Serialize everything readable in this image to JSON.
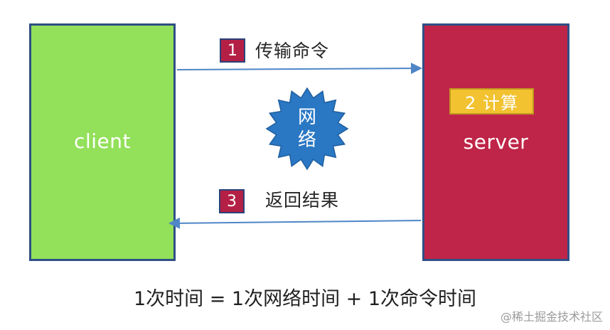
{
  "client": {
    "label": "client"
  },
  "server": {
    "label": "server",
    "compute_badge": "2 计算"
  },
  "steps": {
    "send_command": {
      "number": "1",
      "text": "传输命令"
    },
    "return_result": {
      "number": "3",
      "text": "返回结果"
    }
  },
  "network": {
    "char_top": "网",
    "char_bottom": "络"
  },
  "formula": "1次时间 = 1次网络时间 + 1次命令时间",
  "watermark": "@稀土掘金技术社区",
  "colors": {
    "client_fill": "#93e05a",
    "server_fill": "#bf2548",
    "box_border": "#2f4f86",
    "step_badge": "#b42045",
    "compute_badge": "#f2c230",
    "network_burst": "#2a77c4",
    "arrow": "#4f86c6"
  },
  "icons": {
    "network": "starburst",
    "arrow_right": "arrow-right-icon",
    "arrow_left": "arrow-left-icon"
  }
}
